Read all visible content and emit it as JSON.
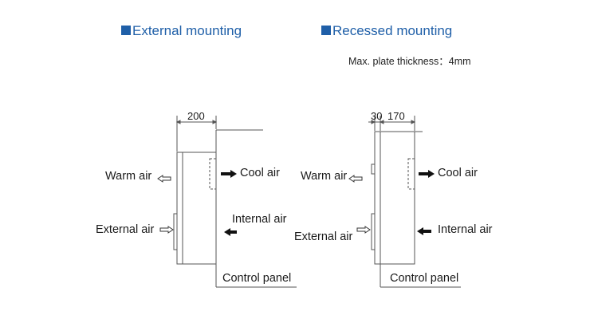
{
  "headings": {
    "external": "External mounting",
    "recessed": "Recessed mounting"
  },
  "note": "Max. plate thickness：4mm",
  "external_diagram": {
    "dimension": "200",
    "labels": {
      "warm_air": "Warm air",
      "external_air": "External air",
      "cool_air": "Cool air",
      "internal_air": "Internal air",
      "control_panel": "Control panel"
    }
  },
  "recessed_diagram": {
    "dimension_left": "30",
    "dimension_right": "170",
    "labels": {
      "warm_air": "Warm air",
      "external_air": "External air",
      "cool_air": "Cool air",
      "internal_air": "Internal air",
      "control_panel": "Control panel"
    }
  },
  "colors": {
    "heading": "#1f5fa8",
    "line": "#555555",
    "text": "#1a1a1a"
  }
}
